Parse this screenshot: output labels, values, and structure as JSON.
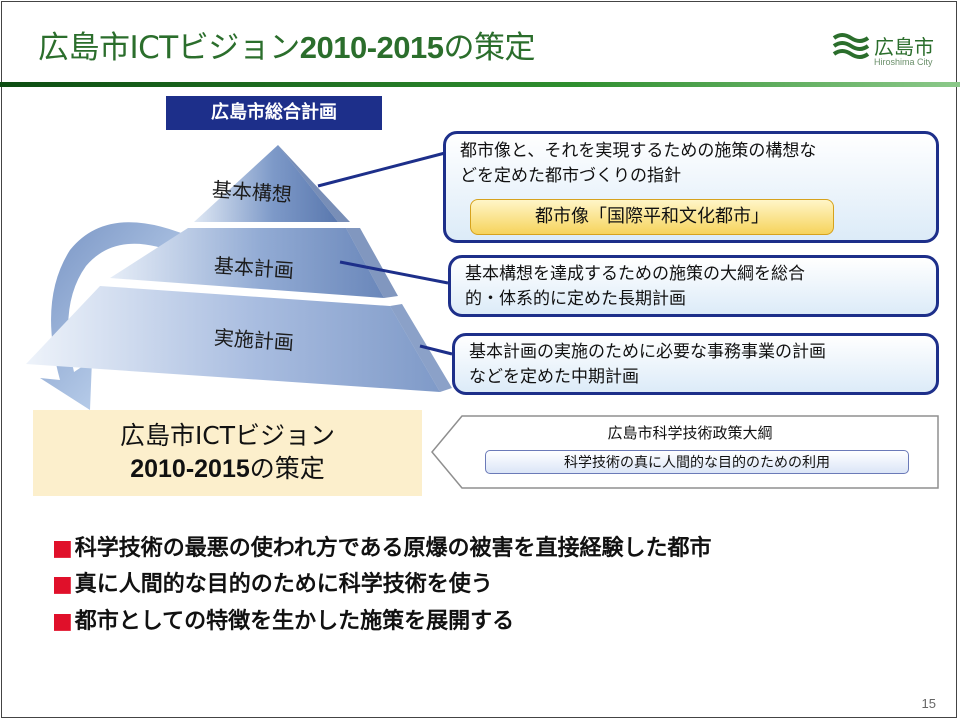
{
  "slide": {
    "title_prefix": "広島市ICTビジョン",
    "title_years": "2010-2015",
    "title_suffix": "の策定",
    "page_number": "15"
  },
  "logo": {
    "name": "広島市",
    "subtitle": "Hiroshima City"
  },
  "pyramid": {
    "header": "広島市総合計画",
    "levels": [
      {
        "label": "基本構想",
        "description_lines": [
          "都市像と、それを実現するための施策の構想な",
          "どを定めた都市づくりの指針"
        ],
        "highlight": "都市像「国際平和文化都市」"
      },
      {
        "label": "基本計画",
        "description_lines": [
          "基本構想を達成するための施策の大綱を総合",
          "的・体系的に定めた長期計画"
        ]
      },
      {
        "label": "実施計画",
        "description_lines": [
          "基本計画の実施のために必要な事務事業の計画",
          "などを定めた中期計画"
        ]
      }
    ]
  },
  "vision_box": {
    "line1": "広島市ICTビジョン",
    "line2_bold": "2010-2015",
    "line2_rest": "の策定"
  },
  "science_policy": {
    "title": "広島市科学技術政策大綱",
    "subtitle": "科学技術の真に人間的な目的のための利用"
  },
  "bullets": [
    "科学技術の最悪の使われ方である原爆の被害を直接経験した都市",
    "真に人間的な目的のために科学技術を使う",
    "都市としての特徴を生かした施策を展開する"
  ],
  "colors": {
    "title_green": "#2b6e2c",
    "navy": "#1d2f8a",
    "bullet_red": "#e0102a",
    "vision_bg": "#fcefcc"
  }
}
